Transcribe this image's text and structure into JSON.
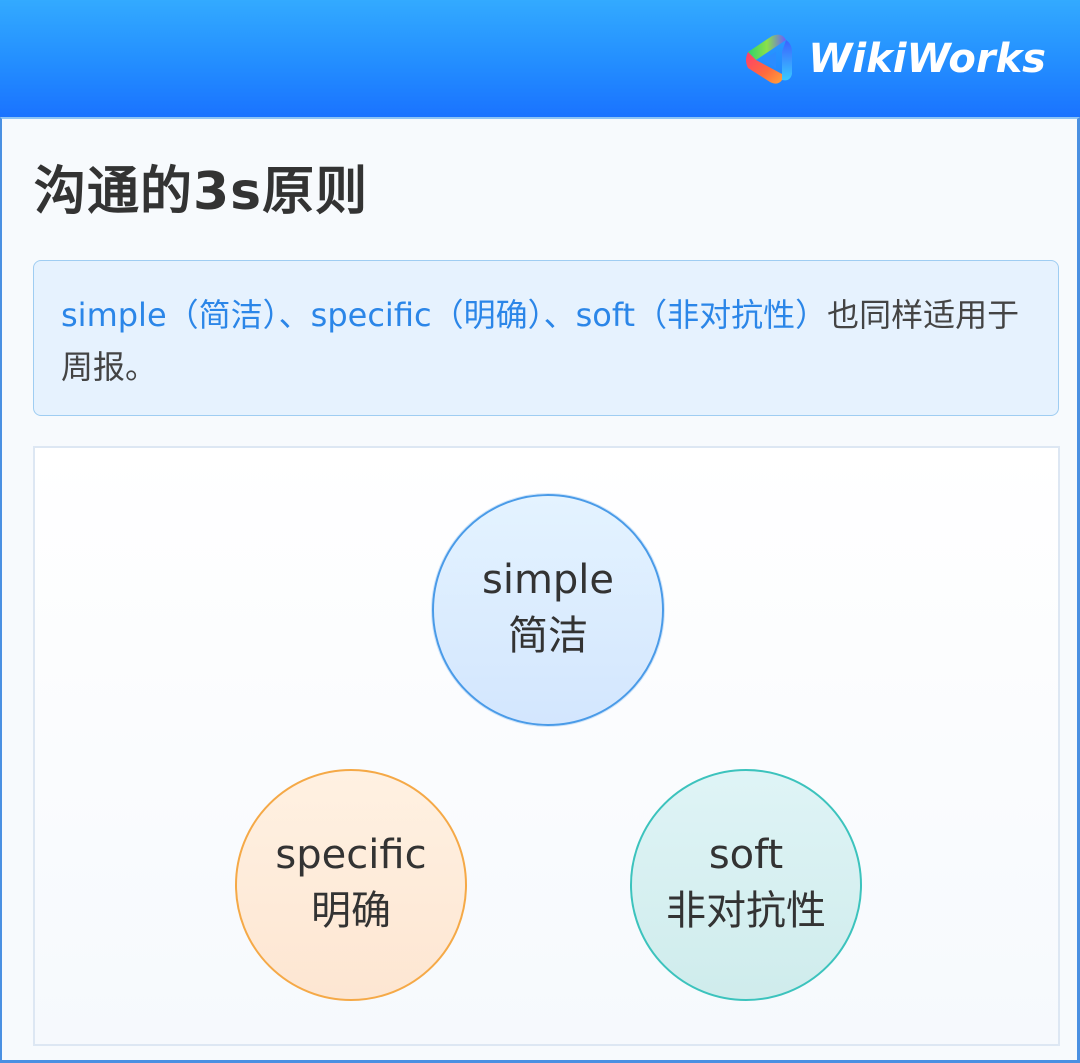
{
  "header": {
    "brand_name": "WikiWorks",
    "logo_icon": "wikiworks-triangle-logo",
    "gradient": [
      "#33aaff",
      "#1a73ff"
    ]
  },
  "content": {
    "title": "沟通的3s原则",
    "callout": {
      "segments": [
        {
          "text": "simple（简洁）",
          "highlight": true
        },
        {
          "text": "、",
          "highlight": true
        },
        {
          "text": "specific（明确）",
          "highlight": true
        },
        {
          "text": "、",
          "highlight": true
        },
        {
          "text": "soft（非对抗性）",
          "highlight": true
        },
        {
          "text": "也同样适用于周报。",
          "highlight": false
        }
      ],
      "highlight_color": "#2b86e8",
      "background": "#e6f2fe"
    },
    "diagram": {
      "circles": [
        {
          "en": "simple",
          "zh": "简洁",
          "border_color": "#4a9be8",
          "fill": "#dcecfe"
        },
        {
          "en": "specific",
          "zh": "明确",
          "border_color": "#f5a947",
          "fill": "#feecdb"
        },
        {
          "en": "soft",
          "zh": "非对抗性",
          "border_color": "#3cc3bd",
          "fill": "#d7f0f1"
        }
      ]
    }
  }
}
